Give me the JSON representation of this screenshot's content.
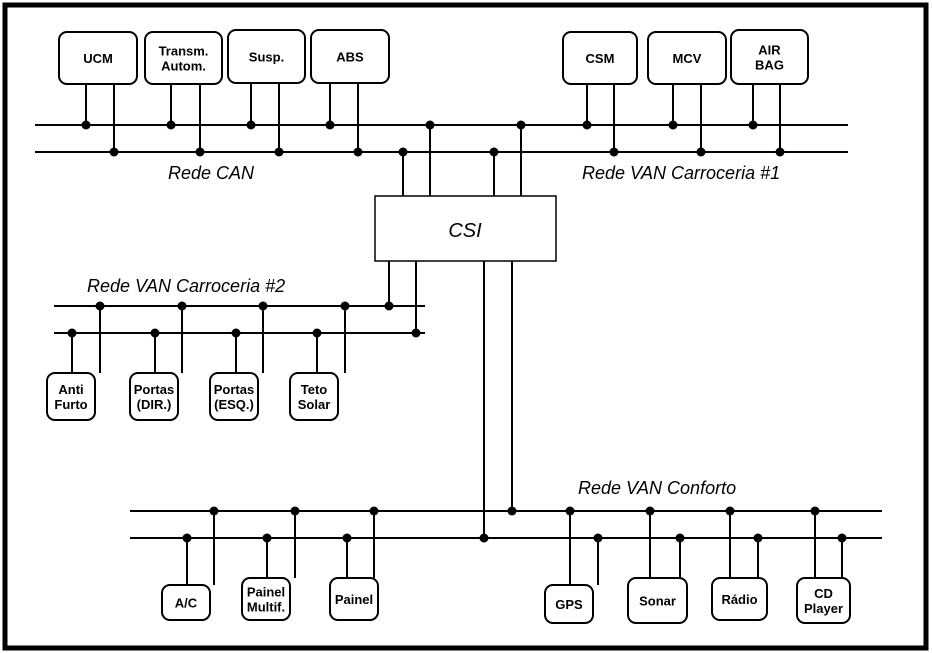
{
  "diagram": {
    "colors": {
      "line": "#000000",
      "background": "#ffffff"
    },
    "hub": {
      "label": "CSI"
    },
    "networks": {
      "can": {
        "label": "Rede CAN",
        "devices": [
          {
            "lines": [
              "UCM"
            ]
          },
          {
            "lines": [
              "Transm.",
              "Autom."
            ]
          },
          {
            "lines": [
              "Susp."
            ]
          },
          {
            "lines": [
              "ABS"
            ]
          }
        ]
      },
      "van1": {
        "label": "Rede VAN Carroceria #1",
        "devices": [
          {
            "lines": [
              "CSM"
            ]
          },
          {
            "lines": [
              "MCV"
            ]
          },
          {
            "lines": [
              "AIR",
              "BAG"
            ]
          }
        ]
      },
      "van2": {
        "label": "Rede VAN  Carroceria #2",
        "devices": [
          {
            "lines": [
              "Anti",
              "Furto"
            ]
          },
          {
            "lines": [
              "Portas",
              "(DIR.)"
            ]
          },
          {
            "lines": [
              "Portas",
              "(ESQ.)"
            ]
          },
          {
            "lines": [
              "Teto",
              "Solar"
            ]
          }
        ]
      },
      "conforto": {
        "label": "Rede VAN Conforto",
        "devices": [
          {
            "lines": [
              "A/C"
            ]
          },
          {
            "lines": [
              "Painel",
              "Multif."
            ]
          },
          {
            "lines": [
              "Painel"
            ]
          },
          {
            "lines": [
              "GPS"
            ]
          },
          {
            "lines": [
              "Sonar"
            ]
          },
          {
            "lines": [
              "Rádio"
            ]
          },
          {
            "lines": [
              "CD",
              "Player"
            ]
          }
        ]
      }
    }
  }
}
